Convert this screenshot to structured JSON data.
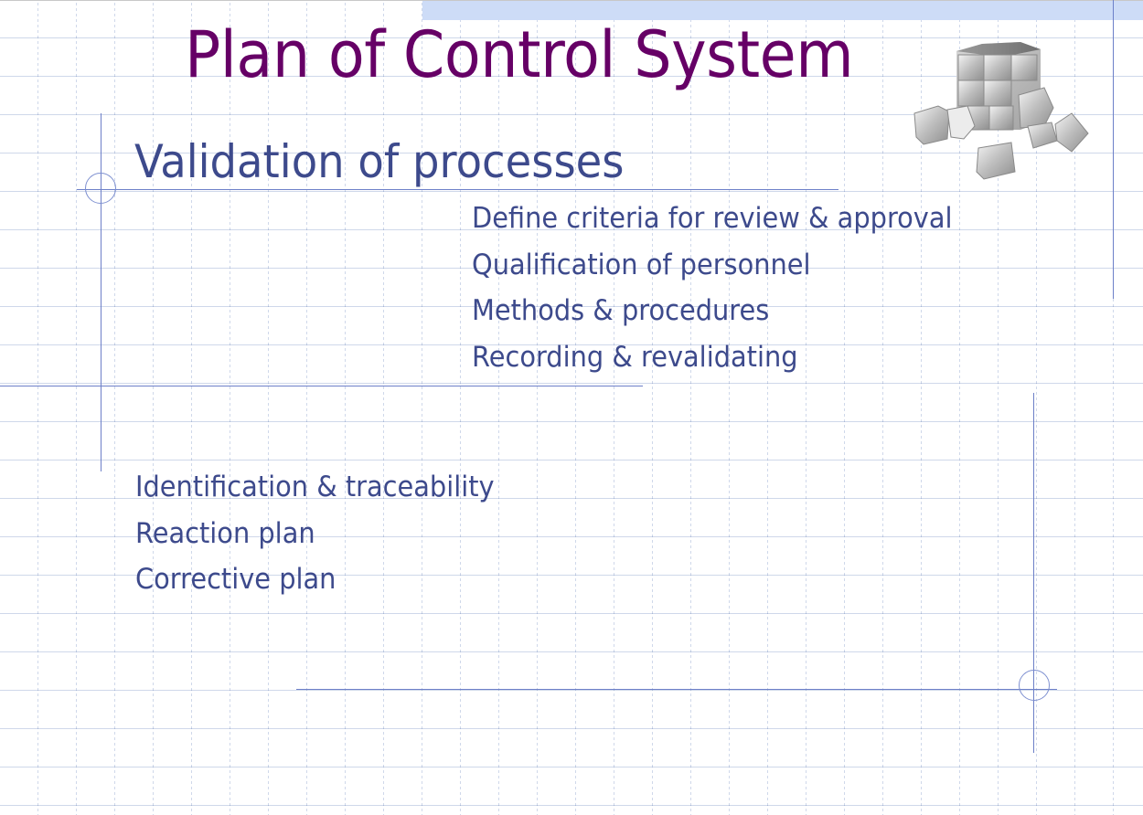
{
  "slide": {
    "title": "Plan of Control System",
    "subtitle": "Validation of processes",
    "sub_items": [
      "Define criteria for review  & approval",
      "Qualification of personnel",
      "Methods & procedures",
      "Recording & revalidating"
    ],
    "items": [
      "Identification & traceability",
      "Reaction plan",
      "Corrective plan"
    ],
    "image": "cubes-icon"
  },
  "colors": {
    "title": "#660066",
    "body_text": "#3d4a8c",
    "accent_lines": "#6d80c8",
    "top_band": "#cddcf7"
  }
}
